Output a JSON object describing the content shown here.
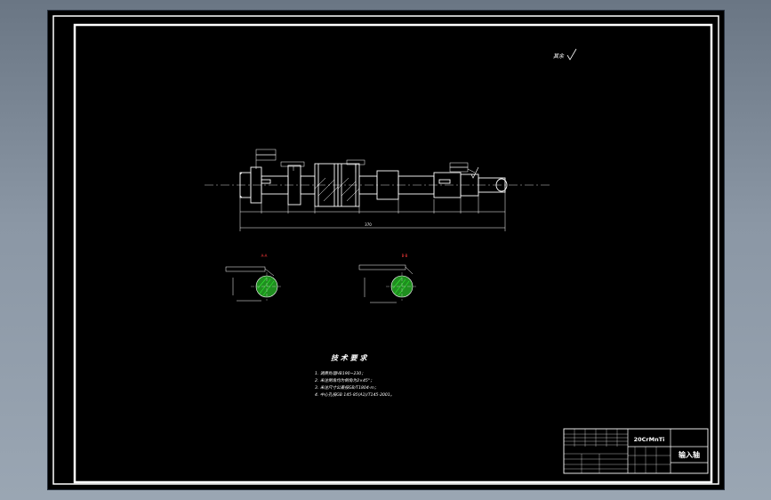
{
  "surface_finish_note": "其余",
  "section_labels": [
    "A-A",
    "B-B"
  ],
  "main_length_dim": "370",
  "tech_req": {
    "title": "技 术 要 求",
    "items": [
      "1. 调质处理HB190~230；",
      "2. 未注倒角均为倒角为2×45°；",
      "3. 未注尺寸公差按GB/T1804-m；",
      "4. 中心孔按GB 145-85(A1)/T145-2001。"
    ]
  },
  "title_block": {
    "material": "20CrMnTi",
    "part_name": "输入轴"
  },
  "colors": {
    "background": "#000000",
    "lines": "#ffffff",
    "hatch": "#22cc22",
    "centerline": "#cfcfcf",
    "app_chrome": "#8b97a5"
  }
}
